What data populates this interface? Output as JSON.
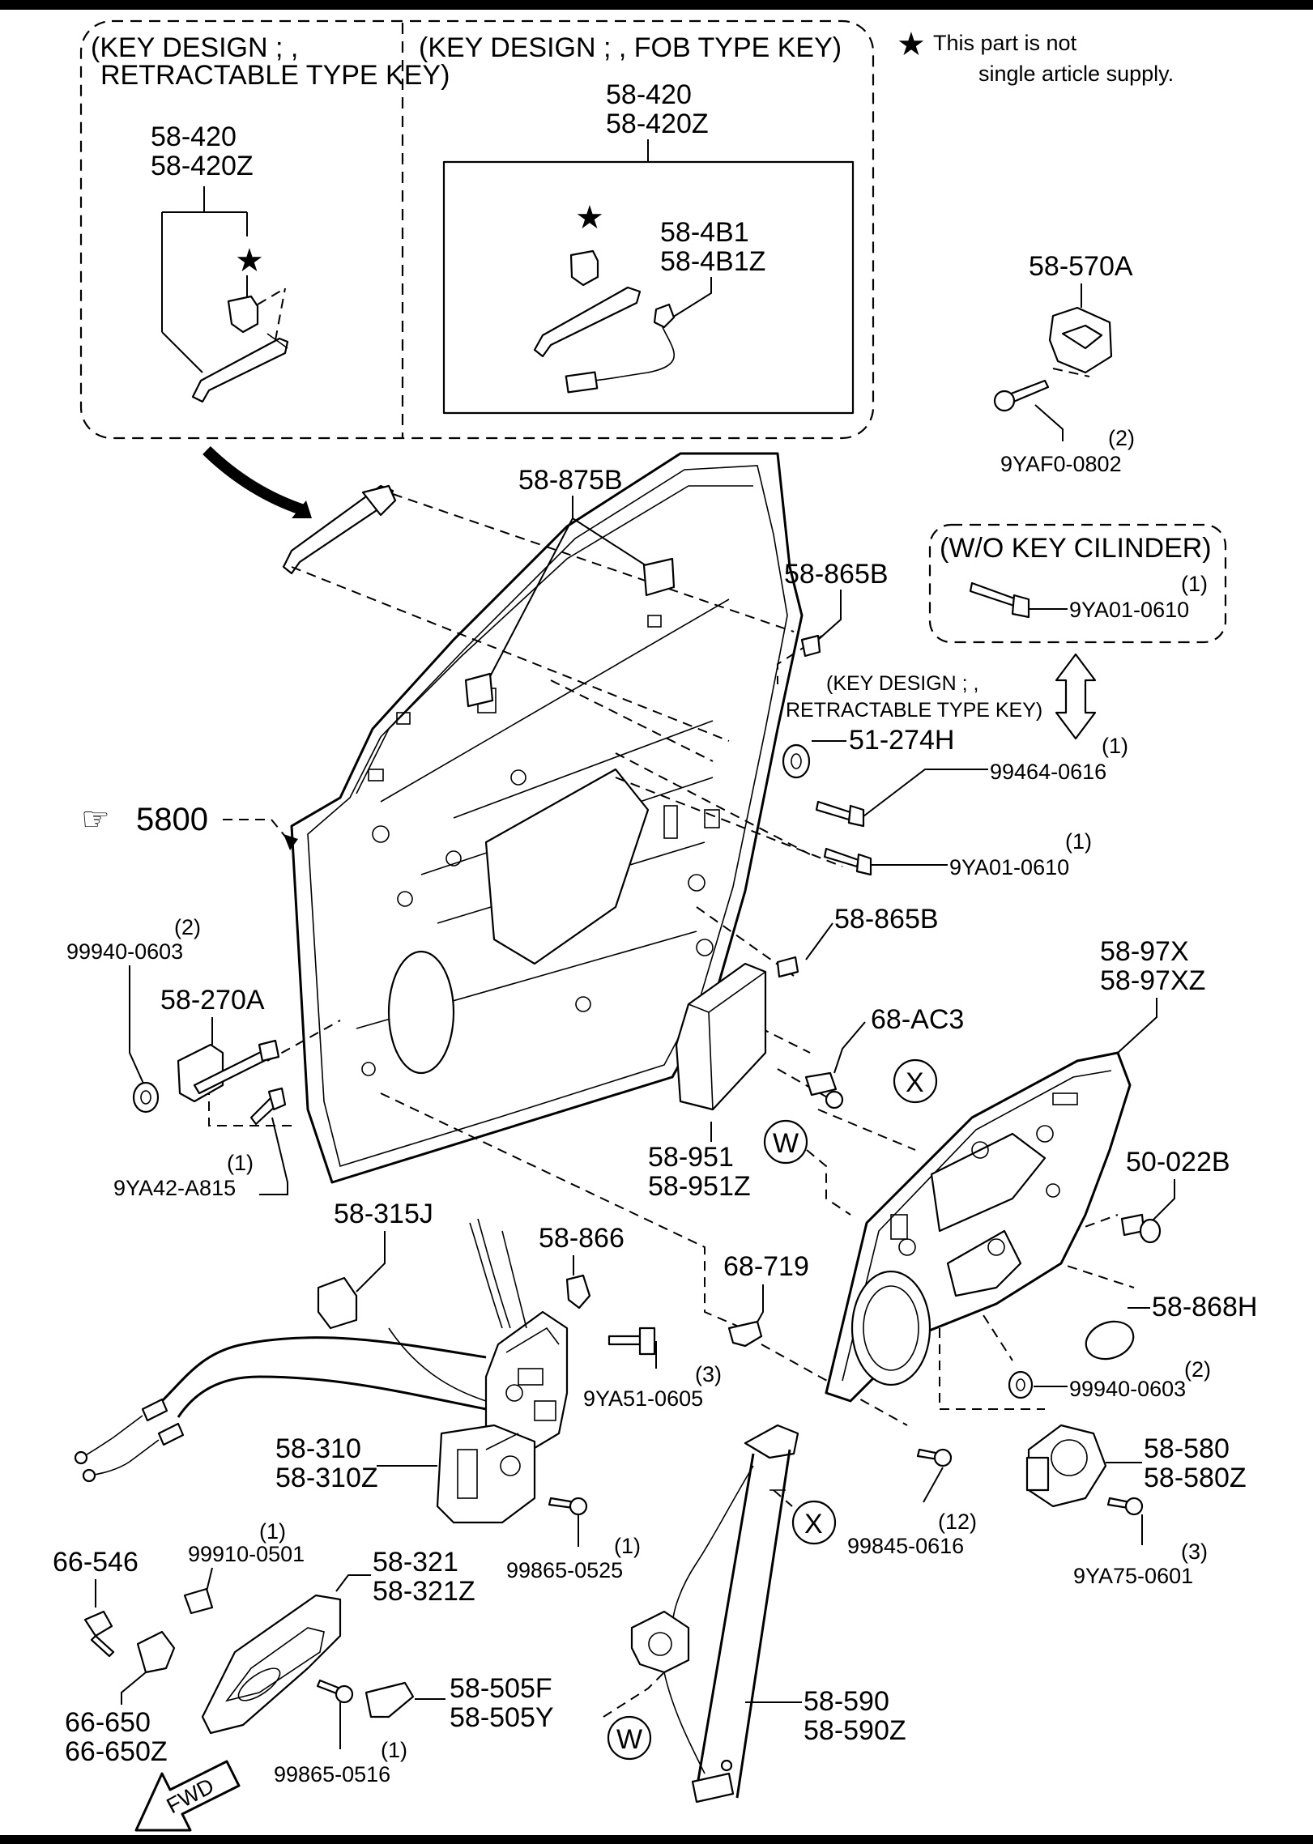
{
  "note": {
    "star_symbol": "★",
    "line1": "This part is not",
    "line2": "single article supply."
  },
  "variants": {
    "left": {
      "line1": "(KEY DESIGN ; ,",
      "line2": "RETRACTABLE TYPE KEY)",
      "part_a": "58-420",
      "part_b": "58-420Z"
    },
    "right": {
      "line1": "(KEY DESIGN ; , FOB TYPE KEY)",
      "part_a": "58-420",
      "part_b": "58-420Z",
      "sub_a": "58-4B1",
      "sub_b": "58-4B1Z"
    }
  },
  "wo_key": {
    "title": "(W/O KEY CILINDER)",
    "qty": "(1)",
    "part": "9YA01-0610"
  },
  "key_design_note": {
    "line1": "(KEY DESIGN ; ,",
    "line2": "RETRACTABLE TYPE KEY)"
  },
  "ref": {
    "symbol": "☞",
    "number": "5800"
  },
  "labels": {
    "p58_570a": "58-570A",
    "q_9yaf0": "(2)",
    "p_9yaf0": "9YAF0-0802",
    "p58_875b": "58-875B",
    "p58_865b_a": "58-865B",
    "p51_274h": "51-274H",
    "q_99464": "(1)",
    "p_99464": "99464-0616",
    "q_9ya01": "(1)",
    "p_9ya01": "9YA01-0610",
    "p58_865b_b": "58-865B",
    "q_99940a": "(2)",
    "p_99940a": "99940-0603",
    "p58_270a": "58-270A",
    "q_9ya42": "(1)",
    "p_9ya42": "9YA42-A815",
    "p58_97x": "58-97X",
    "p58_97xz": "58-97XZ",
    "p68_ac3": "68-AC3",
    "p58_951": "58-951",
    "p58_951z": "58-951Z",
    "p50_022b": "50-022B",
    "p58_315j": "58-315J",
    "p58_866": "58-866",
    "p68_719": "68-719",
    "q_9ya51": "(3)",
    "p_9ya51": "9YA51-0605",
    "p58_868h": "58-868H",
    "q_99940b": "(2)",
    "p_99940b": "99940-0603",
    "p58_310": "58-310",
    "p58_310z": "58-310Z",
    "p58_580": "58-580",
    "p58_580z": "58-580Z",
    "q_99845": "(12)",
    "p_99845": "99845-0616",
    "q_9ya75": "(3)",
    "p_9ya75": "9YA75-0601",
    "q_99910": "(1)",
    "p_99910": "99910-0501",
    "p66_546": "66-546",
    "p58_321": "58-321",
    "p58_321z": "58-321Z",
    "q_99865a": "(1)",
    "p_99865a": "99865-0525",
    "p66_650": "66-650",
    "p66_650z": "66-650Z",
    "p58_505f": "58-505F",
    "p58_505y": "58-505Y",
    "p58_590": "58-590",
    "p58_590z": "58-590Z",
    "q_99865b": "(1)",
    "p_99865b": "99865-0516",
    "fwd": "FWD",
    "mark_x": "X",
    "mark_w": "W"
  }
}
